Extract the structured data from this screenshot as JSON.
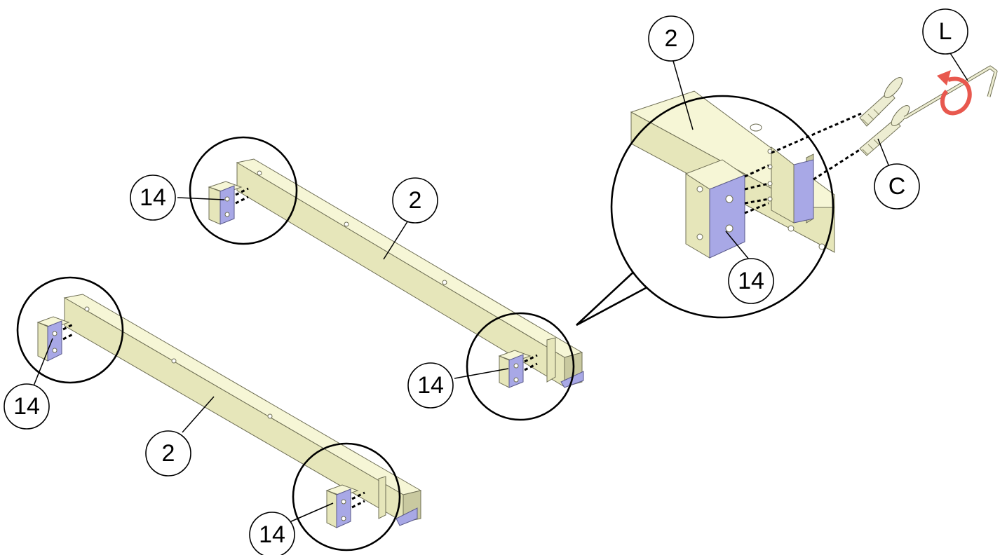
{
  "callouts": {
    "lower_beam_part": "2",
    "lower_left_bracket": "14",
    "lower_right_bracket": "14",
    "upper_beam_part": "2",
    "upper_left_bracket": "14",
    "upper_right_bracket": "14",
    "detail_beam_part": "2",
    "detail_bracket": "14",
    "screw": "C",
    "key": "L"
  },
  "colors": {
    "beam": "#f6f6d6",
    "beam_face": "#e6e6ba",
    "bracket_face": "#a8a8e6",
    "rotation_arrow": "#e8584e"
  },
  "icons": {
    "rotation": "rotate-arrow-icon",
    "allen_key": "allen-key-icon",
    "screw": "countersunk-screw-icon"
  }
}
